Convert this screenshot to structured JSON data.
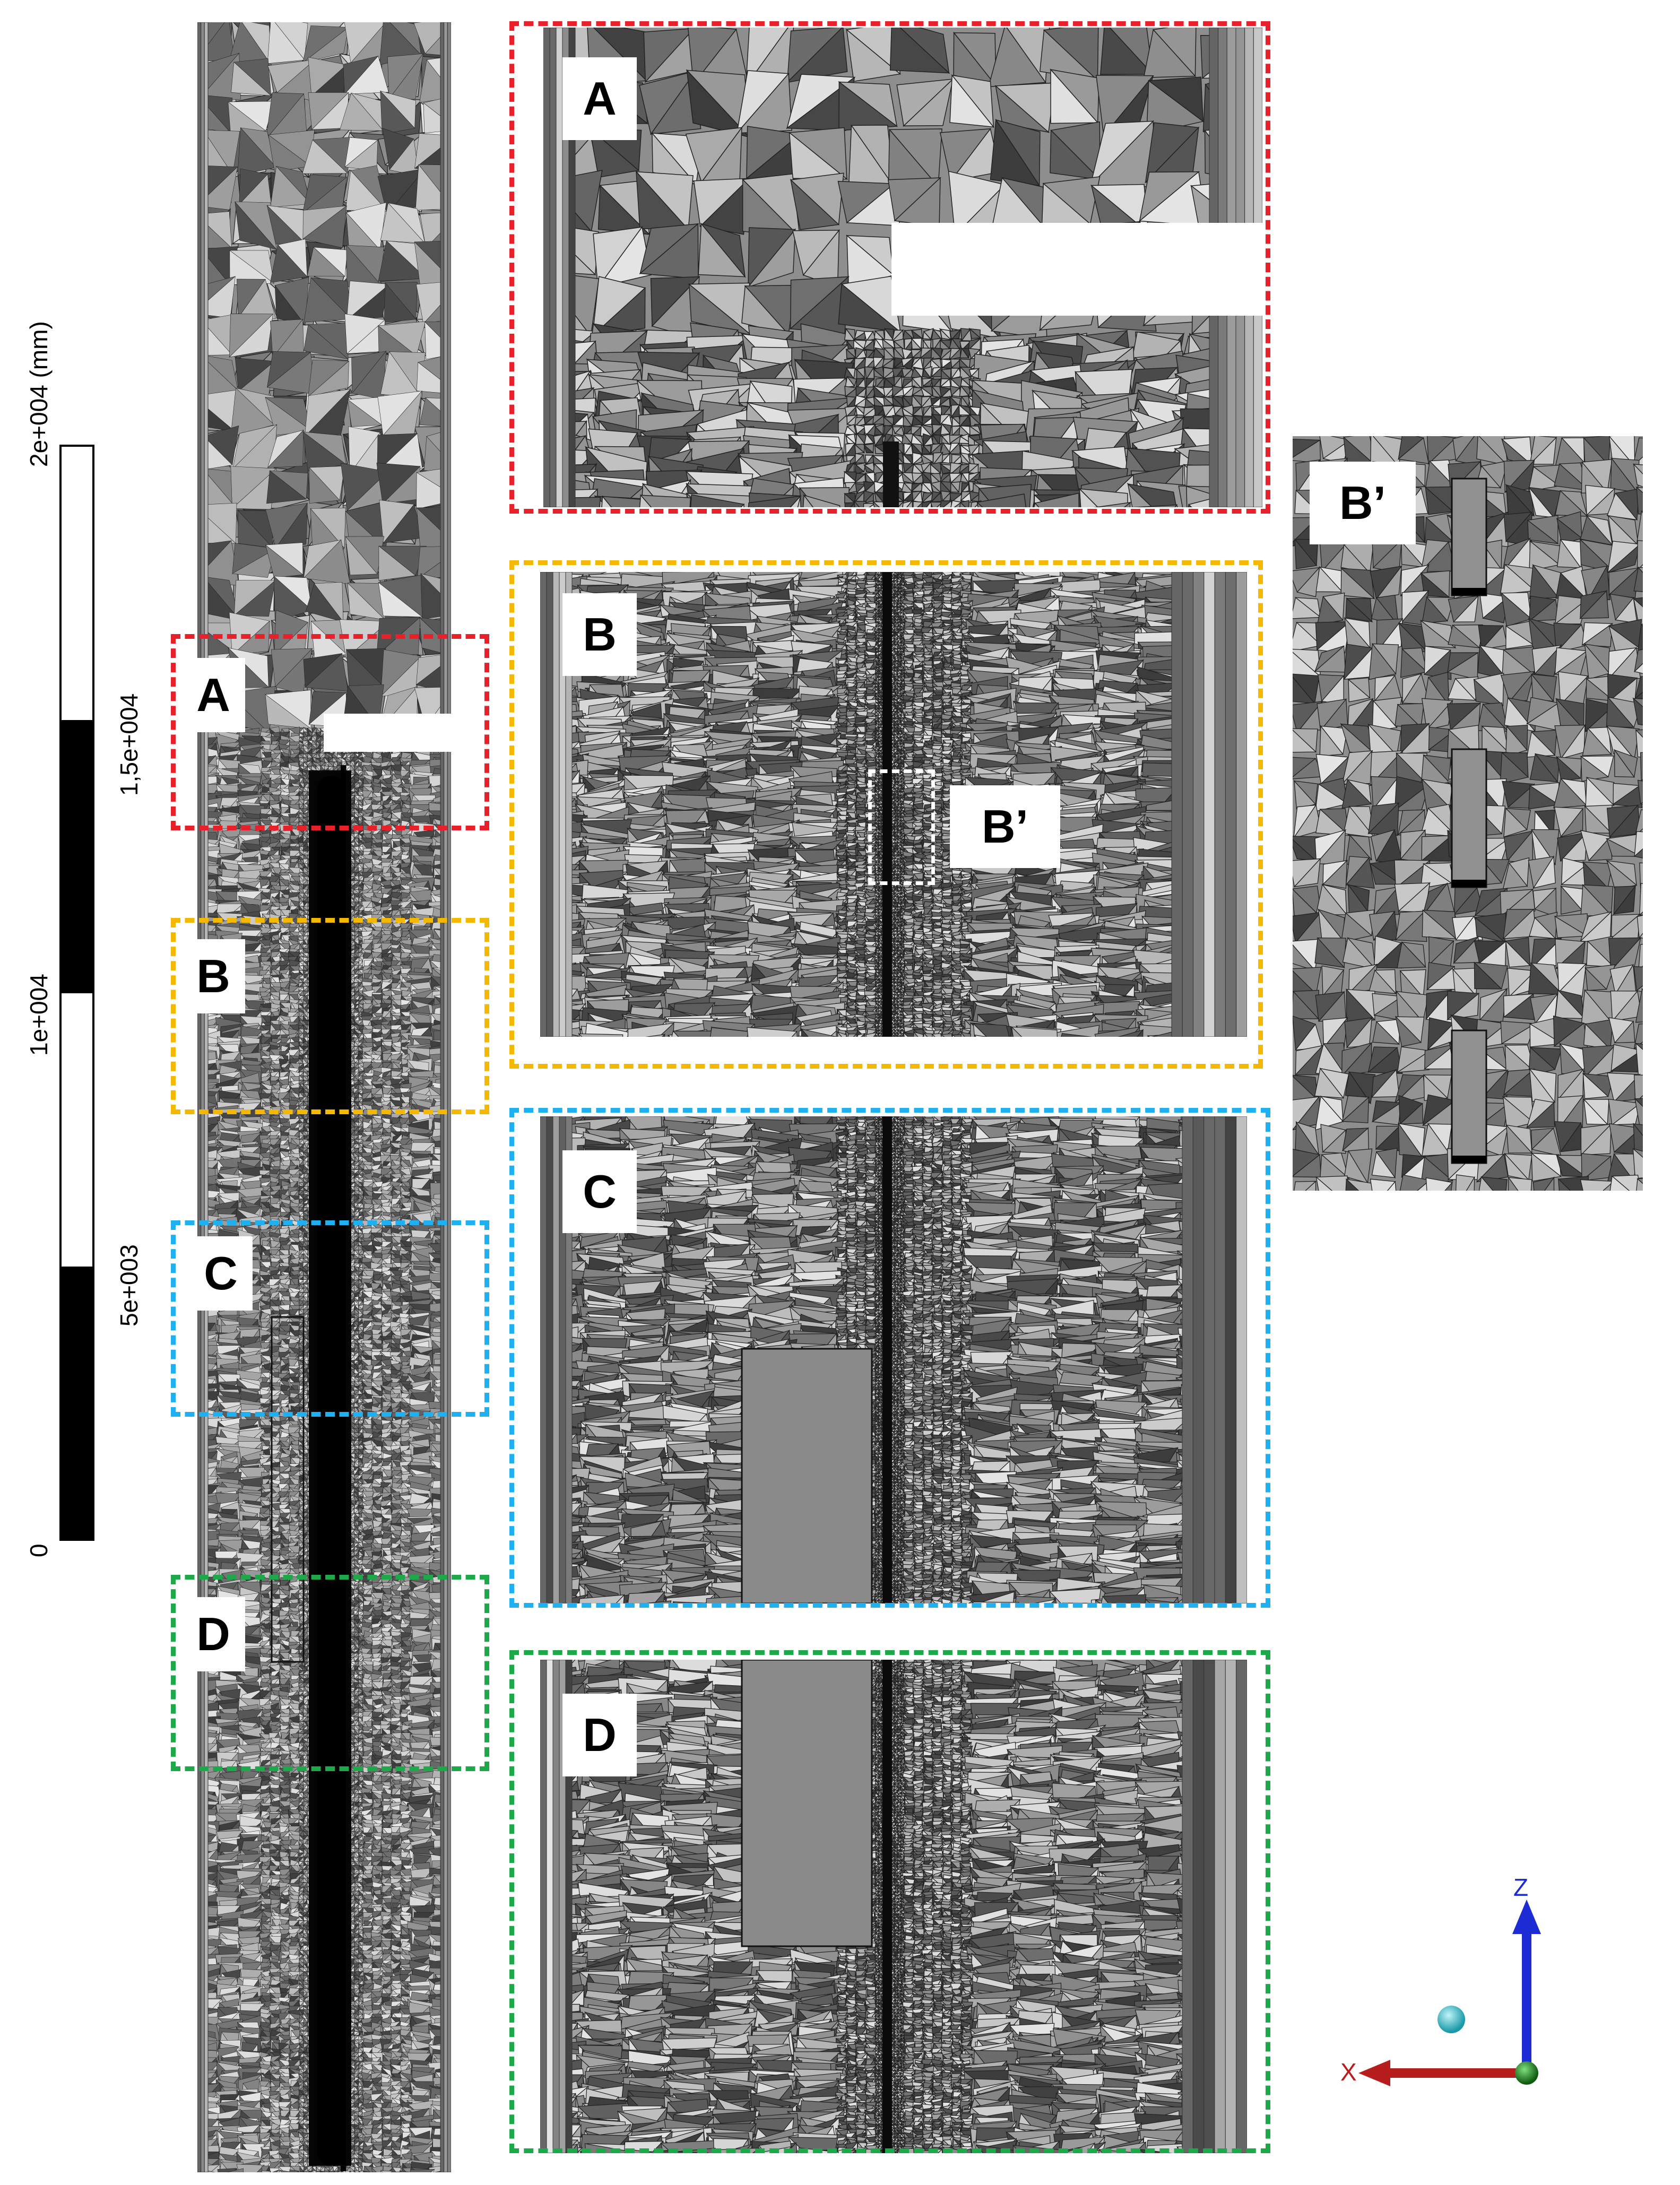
{
  "scale_bar": {
    "unit_label": "2e+004 (mm)",
    "ticks": [
      "0",
      "5e+003",
      "1e+004",
      "1,5e+004"
    ]
  },
  "regions": [
    {
      "id": "A",
      "label": "A",
      "color": "#e8202a"
    },
    {
      "id": "B",
      "label": "B",
      "color": "#f5b800"
    },
    {
      "id": "C",
      "label": "C",
      "color": "#1eb0f0"
    },
    {
      "id": "D",
      "label": "D",
      "color": "#1da84a"
    }
  ],
  "detail_label": "B’",
  "axis_triad": {
    "z_label": "Z",
    "x_label": "X",
    "colors": {
      "z": "#1c2bd4",
      "x": "#b81d1d",
      "y": "#1f8a1f",
      "sphere": "#2fc8d8"
    }
  }
}
